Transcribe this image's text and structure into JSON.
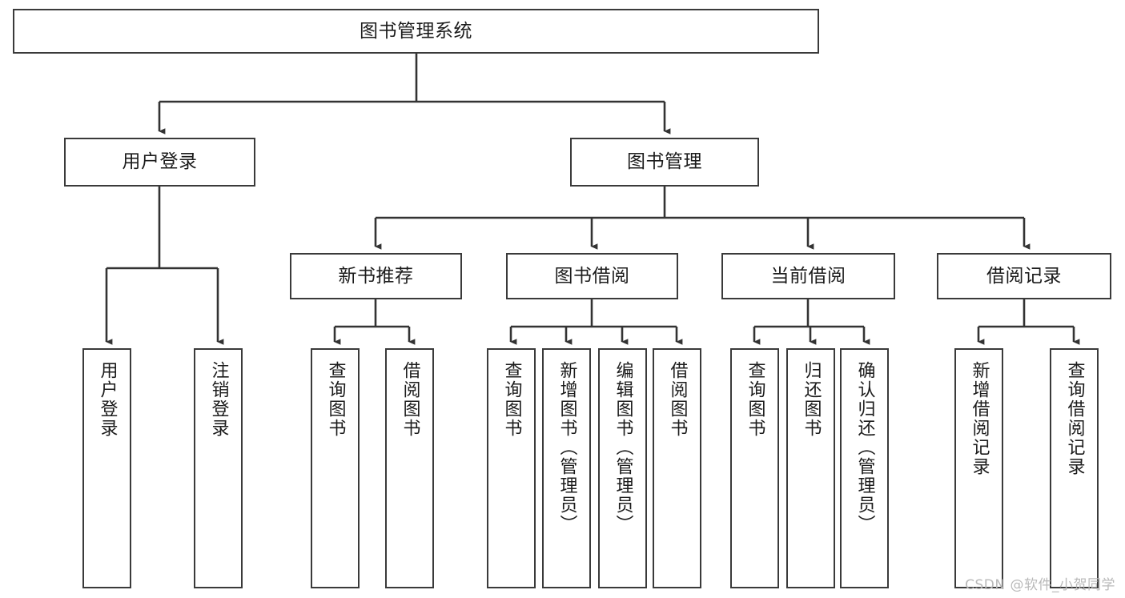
{
  "diagram": {
    "type": "tree",
    "title": "图书管理系统",
    "orientation": "top-down",
    "colors": {
      "background": "#ffffff",
      "box_border": "#3a3a3a",
      "box_fill": "#ffffff",
      "text": "#1c1c1c",
      "edge": "#333333",
      "watermark": "#b9b9b9"
    },
    "nodes": {
      "root": {
        "label": "图书管理系统"
      },
      "level2": [
        {
          "label": "用户登录"
        },
        {
          "label": "图书管理"
        }
      ],
      "level3": [
        {
          "label": "新书推荐"
        },
        {
          "label": "图书借阅"
        },
        {
          "label": "当前借阅"
        },
        {
          "label": "借阅记录"
        }
      ],
      "leaves": [
        {
          "label": "用户登录",
          "parent": "用户登录"
        },
        {
          "label": "注销登录",
          "parent": "用户登录"
        },
        {
          "label": "查询图书",
          "parent": "新书推荐"
        },
        {
          "label": "借阅图书",
          "parent": "新书推荐"
        },
        {
          "label": "查询图书",
          "parent": "图书借阅"
        },
        {
          "label": "新增图书（管理员）",
          "parent": "图书借阅"
        },
        {
          "label": "编辑图书（管理员）",
          "parent": "图书借阅"
        },
        {
          "label": "借阅图书",
          "parent": "图书借阅"
        },
        {
          "label": "查询图书",
          "parent": "当前借阅"
        },
        {
          "label": "归还图书",
          "parent": "当前借阅"
        },
        {
          "label": "确认归还（管理员）",
          "parent": "当前借阅"
        },
        {
          "label": "新增借阅记录",
          "parent": "借阅记录"
        },
        {
          "label": "查询借阅记录",
          "parent": "借阅记录"
        }
      ]
    }
  },
  "watermark": {
    "text": "CSDN @软件_小贺同学"
  }
}
